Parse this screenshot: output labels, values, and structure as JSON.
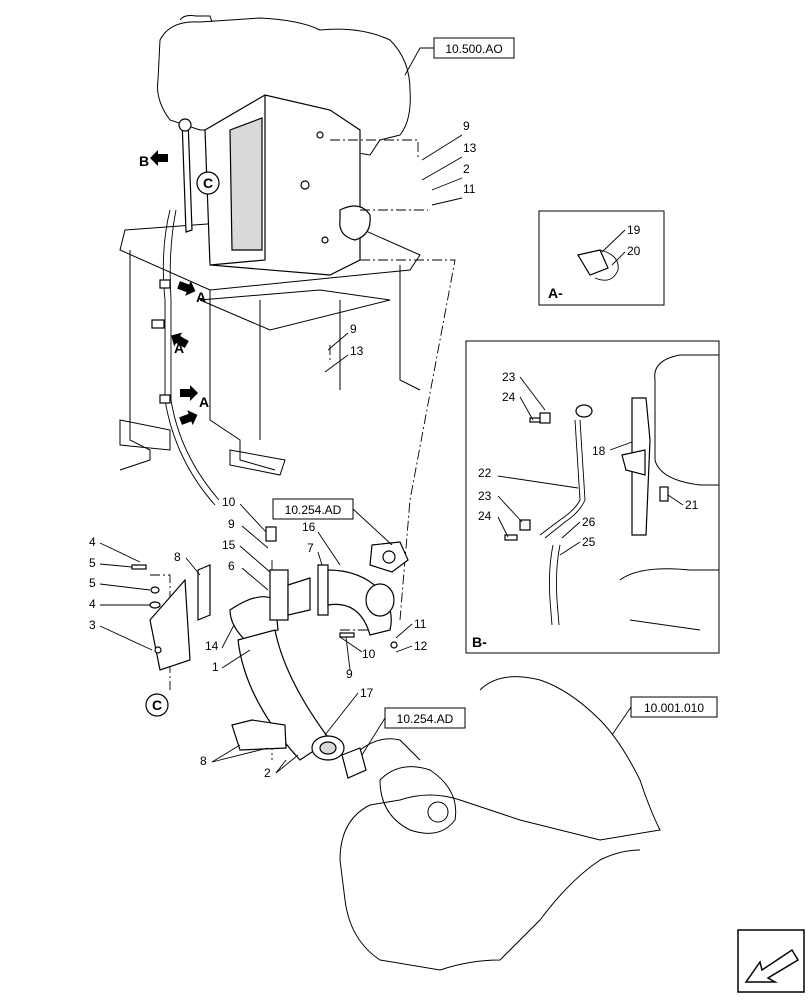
{
  "references": {
    "engine_top": "10.500.AO",
    "flange_mid": "10.254.AD",
    "flange_low": "10.254.AD",
    "engine_block": "10.001.010"
  },
  "detail_labels": {
    "a": "A-",
    "b": "B-",
    "callout_b": "B",
    "callout_a": "A",
    "circle_c": "C"
  },
  "callouts": {
    "n1": "1",
    "n2": "2",
    "n3": "3",
    "n4": "4",
    "n5": "5",
    "n6": "6",
    "n7": "7",
    "n8": "8",
    "n9": "9",
    "n10": "10",
    "n11": "11",
    "n12": "12",
    "n13": "13",
    "n14": "14",
    "n15": "15",
    "n16": "16",
    "n17": "17",
    "n18": "18",
    "n19": "19",
    "n20": "20",
    "n21": "21",
    "n22": "22",
    "n23": "23",
    "n24": "24",
    "n25": "25",
    "n26": "26"
  },
  "icons": [
    "direction-arrow-icon"
  ]
}
